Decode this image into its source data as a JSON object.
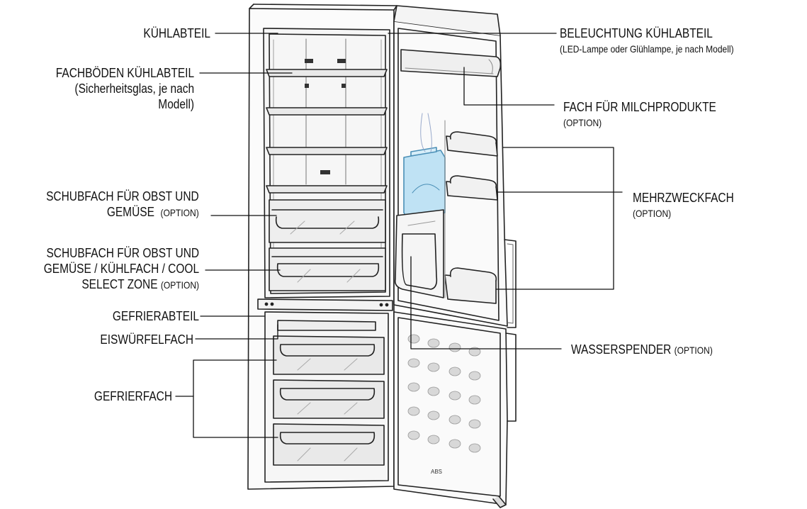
{
  "labels": {
    "kuehlabteil": "KÜHLABTEIL",
    "fachboeden": {
      "line1": "FACHBÖDEN KÜHLABTEIL",
      "line2": "(Sicherheitsglas, je nach",
      "line3": "Modell)"
    },
    "schubfach_obst": {
      "line1": "SCHUBFACH FÜR OBST UND",
      "line2": "GEMÜSE",
      "option": "(OPTION)"
    },
    "schubfach_kuehl": {
      "line1": "SCHUBFACH FÜR OBST UND",
      "line2": "GEMÜSE / KÜHLFACH / COOL",
      "line3": "SELECT ZONE",
      "option": "(OPTION)"
    },
    "gefrierabteil": "GEFRIERABTEIL",
    "eiswuerfelfach": "EISWÜRFELFACH",
    "gefrierfach": "GEFRIERFACH",
    "beleuchtung": {
      "line1": "BELEUCHTUNG KÜHLABTEIL",
      "line2": "(LED-Lampe oder Glühlampe, je nach Modell)"
    },
    "milchprodukte": {
      "line1": "FACH FÜR MILCHPRODUKTE",
      "line2": "(OPTION)"
    },
    "mehrzweckfach": {
      "line1": "MEHRZWECKFACH",
      "line2": "(OPTION)"
    },
    "wasserspender": {
      "line1": "WASSERSPENDER",
      "option": "(OPTION)"
    },
    "door_brand": "ABS"
  },
  "colors": {
    "ink": "#222222",
    "tank": "#bfe2f4",
    "leader": "#111111"
  }
}
